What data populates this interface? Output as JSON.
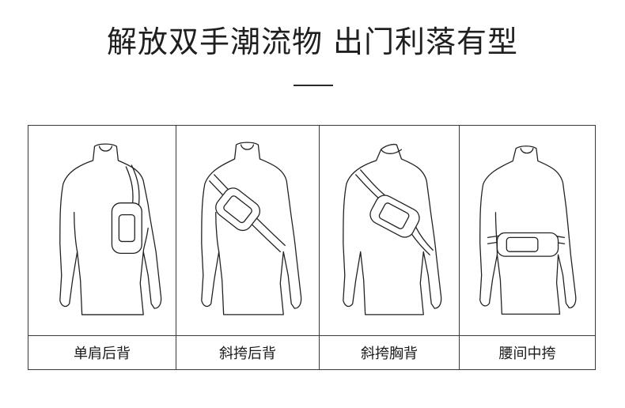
{
  "headline": {
    "text": "解放双手潮流物 出门利落有型"
  },
  "styles": [
    {
      "label": "单肩后背",
      "icon": "single-shoulder-back-figure-icon"
    },
    {
      "label": "斜挎后背",
      "icon": "crossbody-back-figure-icon"
    },
    {
      "label": "斜挎胸背",
      "icon": "crossbody-chest-figure-icon"
    },
    {
      "label": "腰间中挎",
      "icon": "waist-belt-figure-icon"
    }
  ]
}
